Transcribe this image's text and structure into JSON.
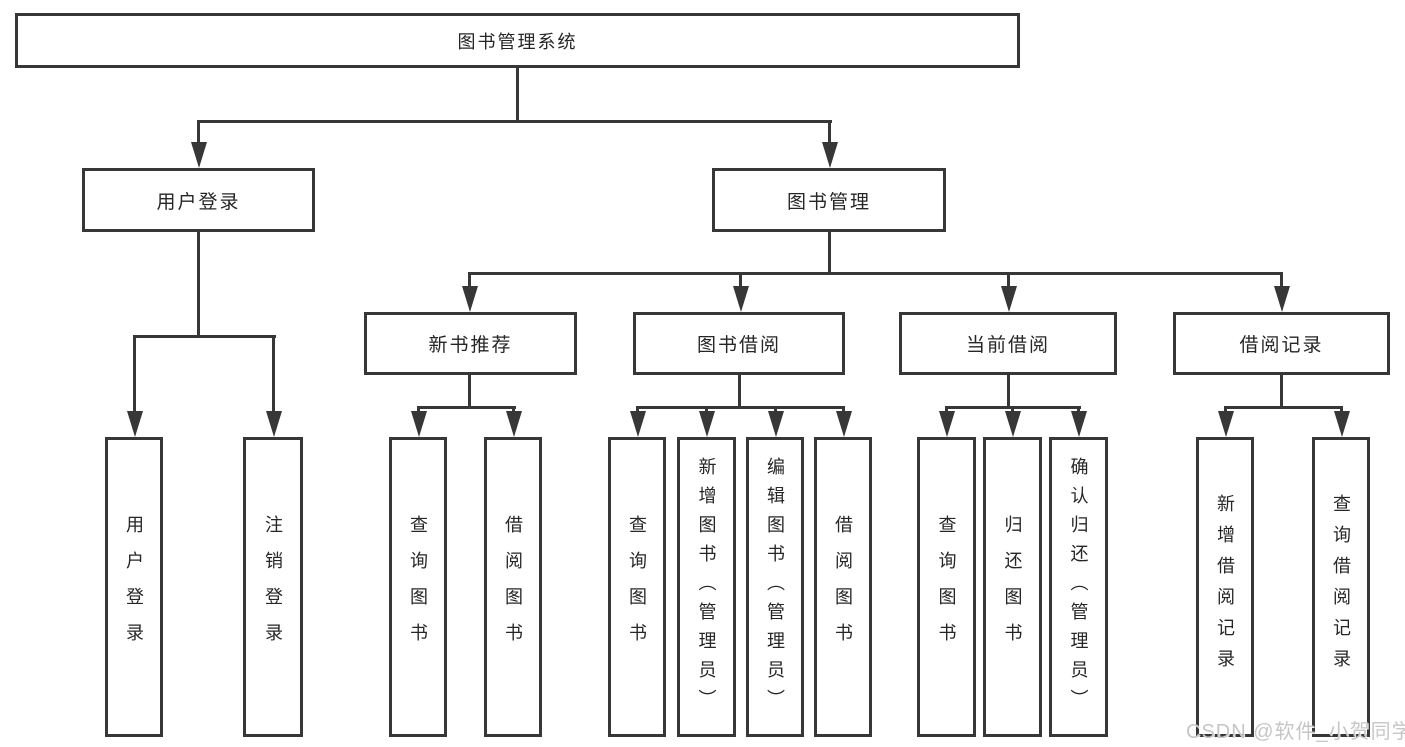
{
  "tree": {
    "label": "图书管理系统",
    "children": [
      {
        "label": "用户登录",
        "children": [
          {
            "label": "用户登录"
          },
          {
            "label": "注销登录"
          }
        ]
      },
      {
        "label": "图书管理",
        "children": [
          {
            "label": "新书推荐",
            "children": [
              {
                "label": "查询图书"
              },
              {
                "label": "借阅图书"
              }
            ]
          },
          {
            "label": "图书借阅",
            "children": [
              {
                "label": "查询图书"
              },
              {
                "label": "新增图书（管理员）"
              },
              {
                "label": "编辑图书（管理员）"
              },
              {
                "label": "借阅图书"
              }
            ]
          },
          {
            "label": "当前借阅",
            "children": [
              {
                "label": "查询图书"
              },
              {
                "label": "归还图书"
              },
              {
                "label": "确认归还（管理员）"
              }
            ]
          },
          {
            "label": "借阅记录",
            "children": [
              {
                "label": "新增借阅记录"
              },
              {
                "label": "查询借阅记录"
              }
            ]
          }
        ]
      }
    ]
  },
  "watermark": {
    "text": "CSDN @软件_小贺同学"
  },
  "colors": {
    "line": "#373737",
    "text": "#262626",
    "watermark": "#c6c6c6",
    "background": "#ffffff"
  }
}
